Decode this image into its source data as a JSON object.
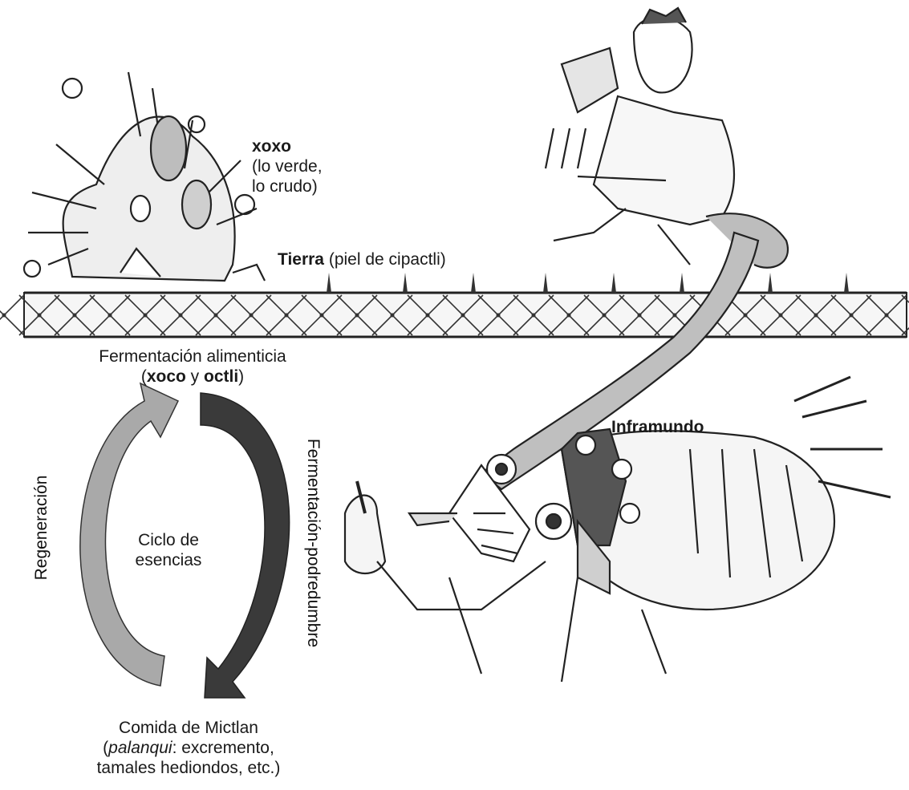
{
  "labels": {
    "xoxo_title": "xoxo",
    "xoxo_line1": "(lo verde,",
    "xoxo_line2": "lo crudo)",
    "tierra_bold": "Tierra",
    "tierra_rest": " (piel de cipactli)",
    "ferment_line1": "Fermentación alimenticia",
    "ferment_open": "(",
    "ferment_xoco": "xoco",
    "ferment_y": " y ",
    "ferment_octli": "octli",
    "ferment_close": ")",
    "inframundo": "Inframundo",
    "regeneracion": "Regeneración",
    "fermentacion_podredumbre": "Fermentación-podredumbre",
    "ciclo_line1": "Ciclo de",
    "ciclo_line2": "esencias",
    "comida_line1": "Comida de Mictlan",
    "comida_open": "(",
    "comida_palanqui": "palanqui",
    "comida_rest": ": excremento,",
    "comida_line3": "tamales hediondos, etc.)"
  },
  "colors": {
    "arrow_light": "#a9a9a9",
    "arrow_dark": "#3a3a3a",
    "ink": "#222222",
    "earth_fill": "#f4f4f4"
  }
}
